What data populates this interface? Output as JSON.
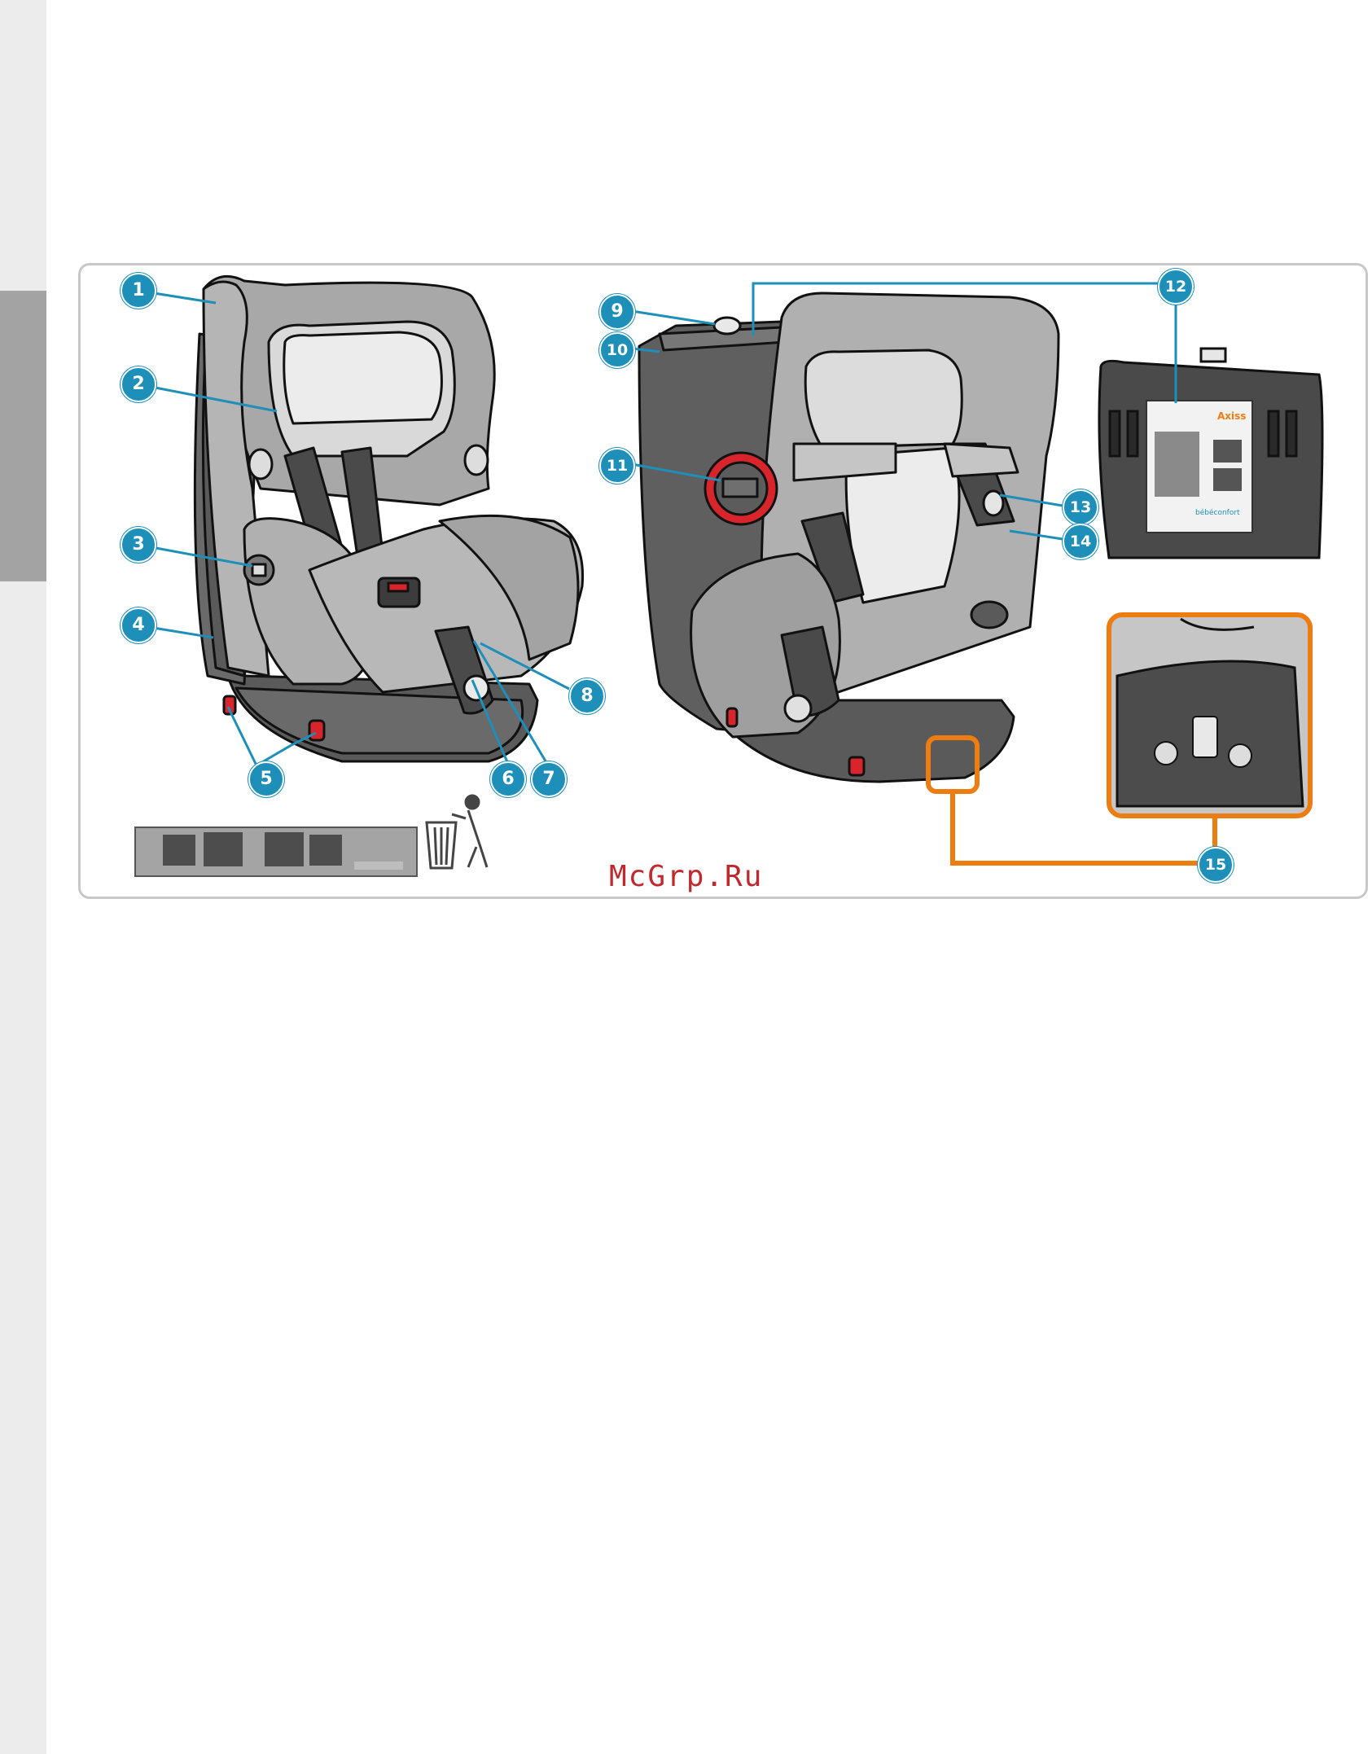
{
  "callouts": [
    {
      "id": "callout-1",
      "label": "1"
    },
    {
      "id": "callout-2",
      "label": "2"
    },
    {
      "id": "callout-3",
      "label": "3"
    },
    {
      "id": "callout-4",
      "label": "4"
    },
    {
      "id": "callout-5",
      "label": "5"
    },
    {
      "id": "callout-6",
      "label": "6"
    },
    {
      "id": "callout-7",
      "label": "7"
    },
    {
      "id": "callout-8",
      "label": "8"
    },
    {
      "id": "callout-9",
      "label": "9"
    },
    {
      "id": "callout-10",
      "label": "10"
    },
    {
      "id": "callout-11",
      "label": "11"
    },
    {
      "id": "callout-12",
      "label": "12"
    },
    {
      "id": "callout-13",
      "label": "13"
    },
    {
      "id": "callout-14",
      "label": "14"
    },
    {
      "id": "callout-15",
      "label": "15"
    }
  ],
  "label_card": {
    "brand": "Axiss",
    "maker": "bébéconfort"
  },
  "watermark": "McGrp.Ru",
  "colors": {
    "callout": "#1d8fb8",
    "highlight": "#ee7d11",
    "red_part": "#d8252b",
    "seat_light": "#c9c9c9",
    "seat_dark": "#5f5f5f"
  },
  "icons": [
    "recycle-bin-icon"
  ]
}
